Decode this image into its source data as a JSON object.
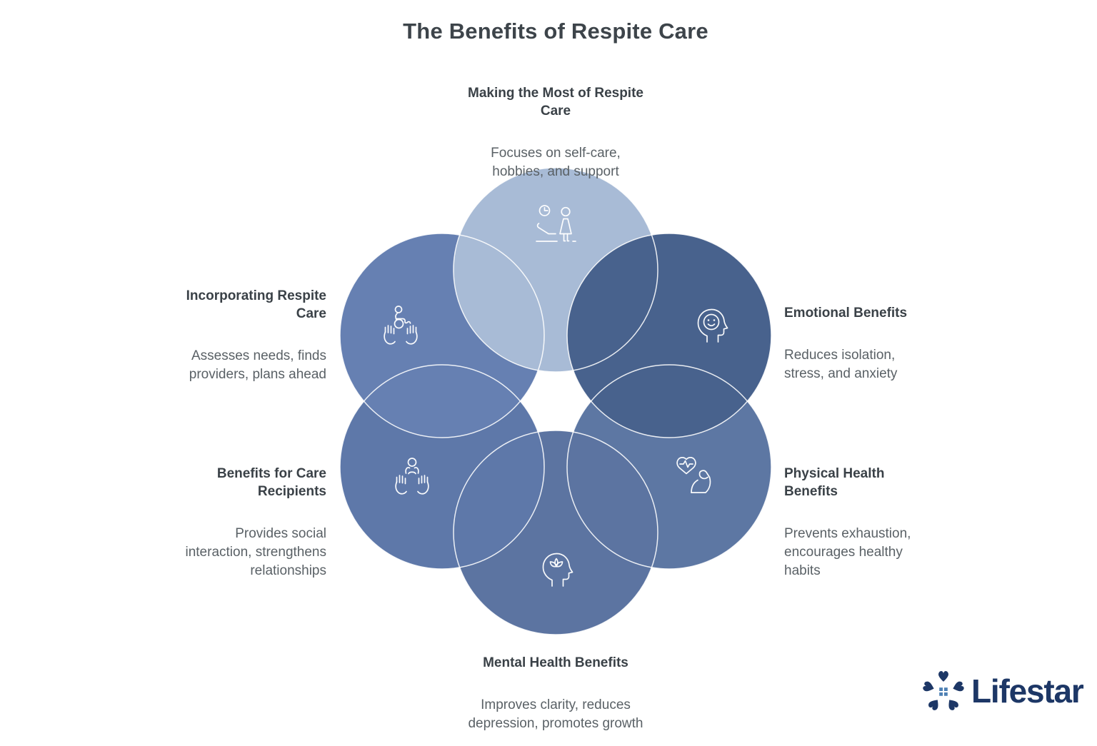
{
  "title": "The Benefits of Respite Care",
  "nodes": [
    {
      "id": "making-the-most",
      "label": "Making the Most of Respite\nCare",
      "description": "Focuses on self-care,\nhobbies, and support",
      "icon": "relax-time-icon",
      "color": "#a8bbd6"
    },
    {
      "id": "emotional-benefits",
      "label": "Emotional Benefits",
      "description": "Reduces isolation,\nstress, and anxiety",
      "icon": "smiling-head-icon",
      "color": "#48628d"
    },
    {
      "id": "physical-health-benefits",
      "label": "Physical Health\nBenefits",
      "description": "Prevents exhaustion,\nencourages healthy\nhabits",
      "icon": "heart-muscle-icon",
      "color": "#5d77a3"
    },
    {
      "id": "mental-health-benefits",
      "label": "Mental Health Benefits",
      "description": "Improves clarity, reduces\ndepression, promotes growth",
      "icon": "mindful-head-icon",
      "color": "#5c74a1"
    },
    {
      "id": "benefits-for-care-recipients",
      "label": "Benefits for Care\nRecipients",
      "description": "Provides social\ninteraction, strengthens\nrelationships",
      "icon": "held-person-icon",
      "color": "#5e78a9"
    },
    {
      "id": "incorporating-respite-care",
      "label": "Incorporating Respite\nCare",
      "description": "Assesses needs, finds\nproviders, plans ahead",
      "icon": "wheelchair-care-icon",
      "color": "#6680b2"
    }
  ],
  "colors": {
    "circle_outline": "#ffffff",
    "title_text": "#3d444a",
    "label_text": "#3a4147",
    "description_text": "#5a6166"
  },
  "logo": {
    "text": "Lifestar",
    "color": "#1d3766",
    "window_color": "#4d80b4"
  }
}
